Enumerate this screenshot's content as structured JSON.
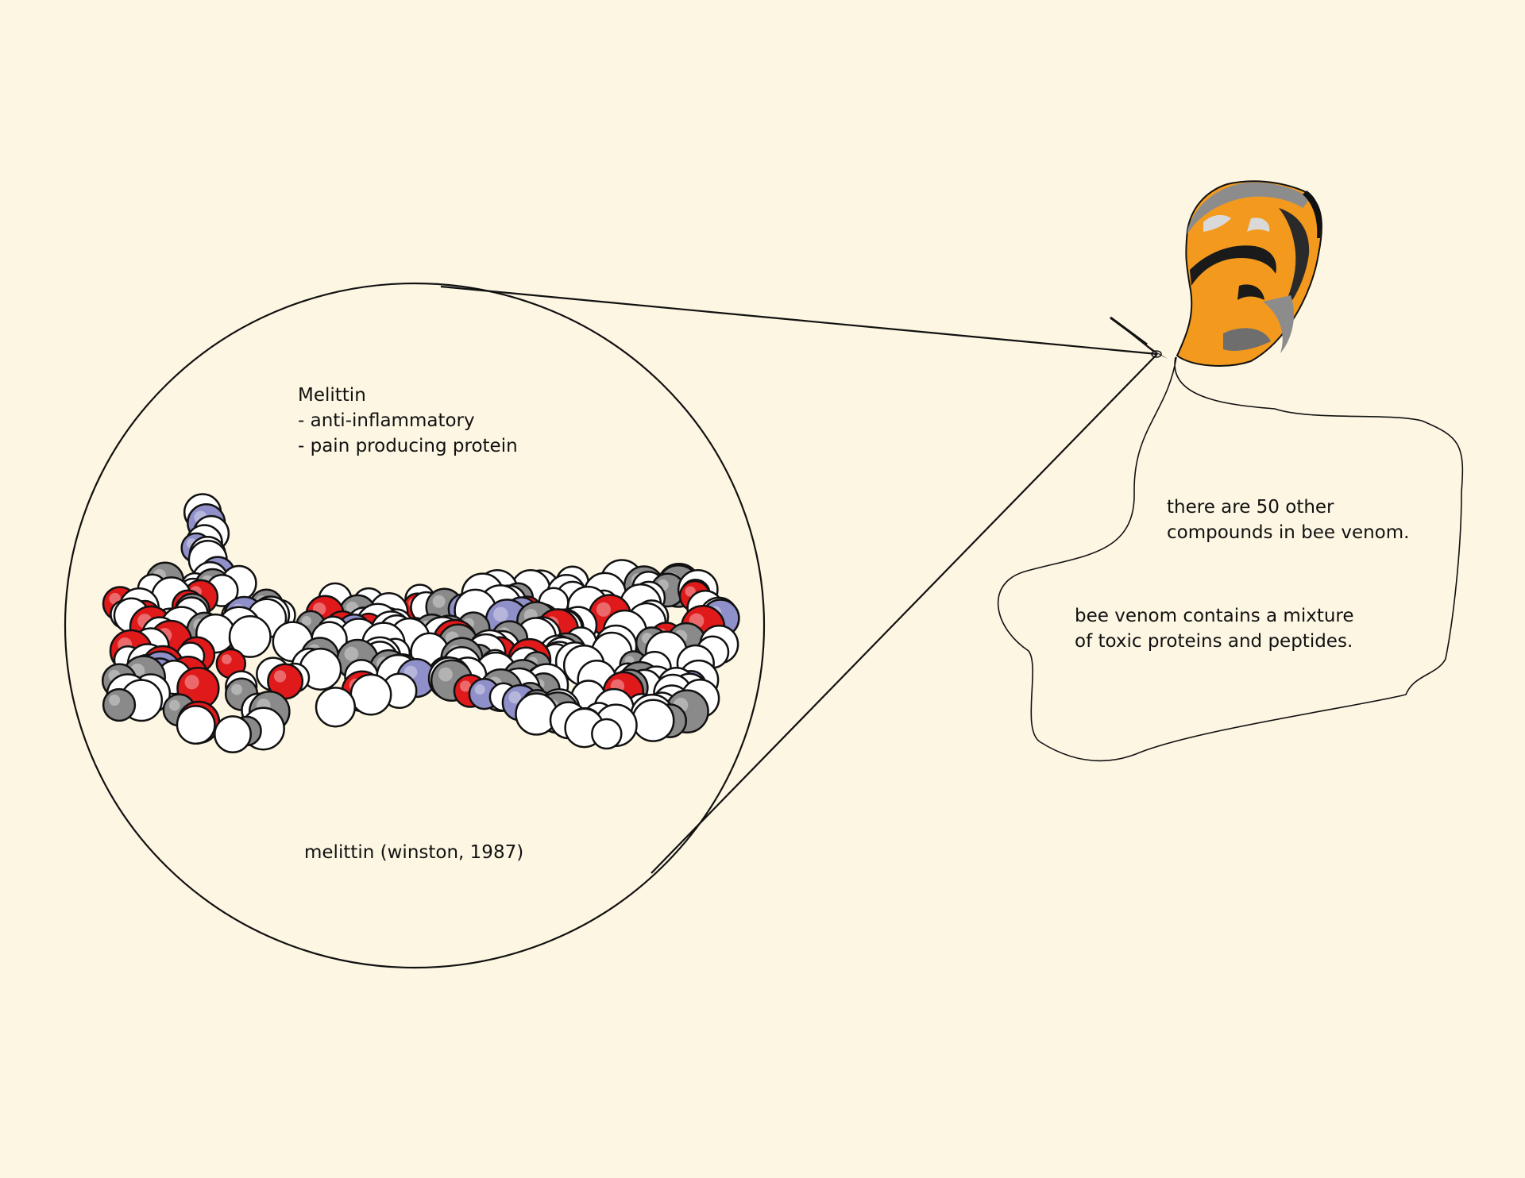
{
  "colors": {
    "background": "#fdf6e3",
    "line": "#111111",
    "oxygen": "#e0191b",
    "nitrogen": "#8f8fc9",
    "carbon": "#8a8a8a",
    "hydrogen": "#ffffff",
    "stinger_orange": "#f39a1e",
    "stinger_gray": "#8c8c8c"
  },
  "icons": {
    "molecule": "melittin-molecule-icon",
    "stinger": "bee-stinger-icon"
  },
  "melittin": {
    "title": "Melittin",
    "bullets": [
      "- anti-inflammatory",
      "- pain producing protein"
    ],
    "caption": "melittin (winston, 1987)"
  },
  "notes": {
    "line1": "there are 50 other",
    "line2": "compounds in bee venom.",
    "line3": "bee venom contains a mixture",
    "line4": "of toxic proteins and peptides."
  }
}
